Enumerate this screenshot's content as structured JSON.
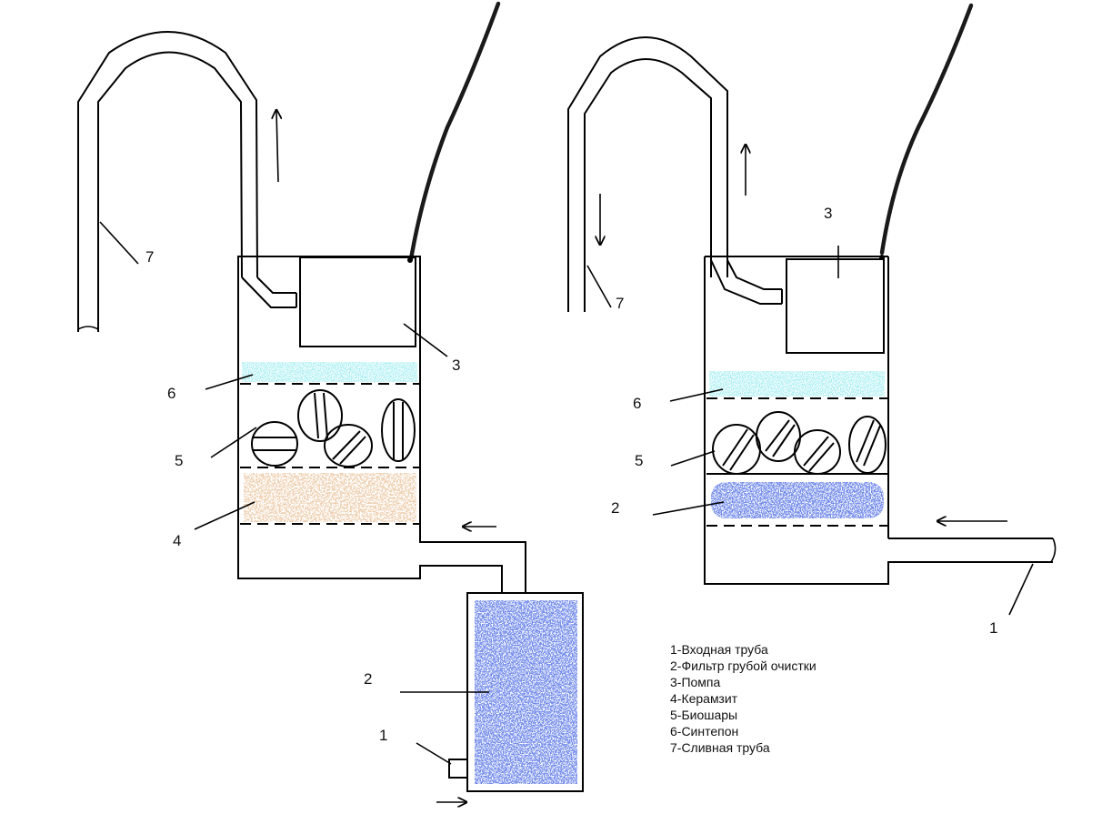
{
  "labels": {
    "left": {
      "n1": "1",
      "n2": "2",
      "n3": "3",
      "n4": "4",
      "n5": "5",
      "n6": "6",
      "n7": "7"
    },
    "right": {
      "n1": "1",
      "n2": "2",
      "n3": "3",
      "n5": "5",
      "n6": "6",
      "n7": "7"
    }
  },
  "legend": [
    "1-Входная труба",
    "2-Фильтр грубой очистки",
    "3-Помпа",
    "4-Керамзит",
    "5-Биошары",
    "6-Синтепон",
    "7-Сливная труба"
  ],
  "colors": {
    "synthetic": "#5fd8e0",
    "biosphere": "#000000",
    "ceramsite": "#d9a070",
    "coarse_filter": "#2a3fd0",
    "lines": "#000000"
  }
}
